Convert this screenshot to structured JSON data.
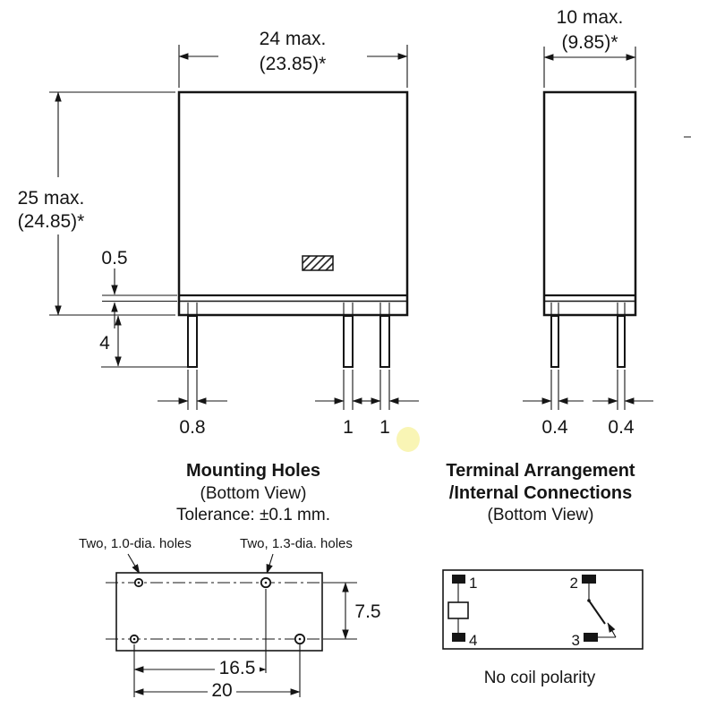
{
  "page": {
    "background": "#ffffff",
    "ink": "#151515",
    "highlight": "#f8f3a3"
  },
  "front_view": {
    "width_max": "24 max.",
    "width_ref": "(23.85)*",
    "height_max": "25 max.",
    "height_ref": "(24.85)*",
    "standoff": "0.5",
    "pin_length": "4",
    "pin_width_left": "0.8",
    "pin_width_mid": "1",
    "pin_width_right": "1"
  },
  "side_view": {
    "width_max": "10 max.",
    "width_ref": "(9.85)*",
    "pin_width_left": "0.4",
    "pin_width_right": "0.4"
  },
  "mounting": {
    "title": "Mounting Holes",
    "subtitle": "(Bottom View)",
    "tolerance": "Tolerance: ±0.1 mm.",
    "small_holes_label": "Two, 1.0-dia. holes",
    "large_holes_label": "Two, 1.3-dia. holes",
    "row_spacing": "7.5",
    "hole_spacing_inner": "16.5",
    "hole_spacing_outer": "20"
  },
  "terminals": {
    "title_line1": "Terminal Arrangement",
    "title_line2": "/Internal Connections",
    "subtitle": "(Bottom View)",
    "pin1": "1",
    "pin2": "2",
    "pin3": "3",
    "pin4": "4",
    "note": "No coil polarity"
  }
}
